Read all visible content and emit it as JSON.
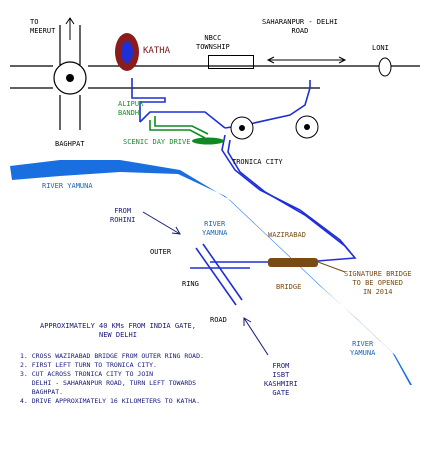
{
  "places": {
    "to_meerut": "TO\nMEERUT",
    "katha": "KATHA",
    "nbcc_township": "NBCC\nTOWNSHIP",
    "saharanpur_delhi_road": "SAHARANPUR - DELHI\nROAD",
    "loni": "LONI",
    "baghpat": "BAGHPAT",
    "alipur_bandh": "ALIPUR\nBANDH",
    "scenic_day_drive": "SCENIC DAY DRIVE",
    "tronica_city": "TRONICA CITY",
    "river_yamuna_1": "RIVER YAMUNA",
    "from_rohini": "FROM\nROHINI",
    "river_yamuna_2": "RIVER\nYAMUNA",
    "wazirabad": "WAZIRABAD",
    "outer": "OUTER",
    "ring": "RING",
    "road": "ROAD",
    "bridge": "BRIDGE",
    "signature_bridge": "SIGNATURE BRIDGE\nTO BE OPENED\nIN 2014",
    "river_yamuna_3": "RIVER\nYAMUNA",
    "from_isbt": "FROM\nISBT\nKASHMIRI\nGATE"
  },
  "distance_note": "APPROXIMATELY 40 KMs FROM INDIA GATE,\nNEW DELHI",
  "directions": [
    "1. CROSS WAZIRABAD BRIDGE FROM OUTER RING ROAD.",
    "2. FIRST LEFT TURN TO TRONICA CITY.",
    "3. CUT ACROSS TRONICA CITY TO JOIN",
    "   DELHI - SAHARANPUR ROAD, TURN LEFT TOWARDS",
    "   BAGHPAT.",
    "4. DRIVE APPROXIMATELY 16 KILOMETERS TO KATHA."
  ],
  "colors": {
    "river": "#1a6fe0",
    "route": "#1f2fd6",
    "scenic": "#0f8a22",
    "katha_marker": "#8b1c1c",
    "bridge": "#7a4a14"
  },
  "icons": [
    "location-pin-icon",
    "roundabout-icon",
    "arrow-icon",
    "bridge-icon",
    "scenic-leaf-icon"
  ]
}
